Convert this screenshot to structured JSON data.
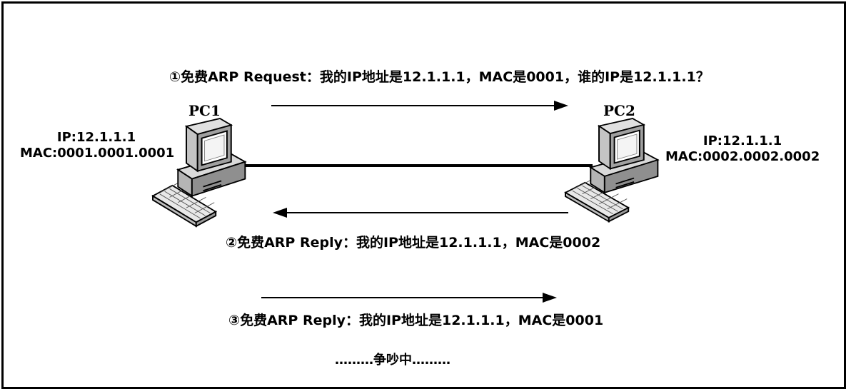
{
  "messages": {
    "m1": "①免费ARP Request：我的IP地址是12.1.1.1，MAC是0001，谁的IP是12.1.1.1？",
    "m2": "②免费ARP Reply：我的IP地址是12.1.1.1，MAC是0002",
    "m3": "③免费ARP Reply：我的IP地址是12.1.1.1，MAC是0001",
    "m4": "………争吵中………"
  },
  "pc1": {
    "name": "PC1",
    "ip": "IP:12.1.1.1",
    "mac": "MAC:0001.0001.0001"
  },
  "pc2": {
    "name": "PC2",
    "ip": "IP:12.1.1.1",
    "mac": "MAC:0002.0002.0002"
  },
  "icons": [
    "computer-icon",
    "keyboard-icon"
  ],
  "colors": {
    "line": "#000000",
    "background": "#ffffff"
  }
}
